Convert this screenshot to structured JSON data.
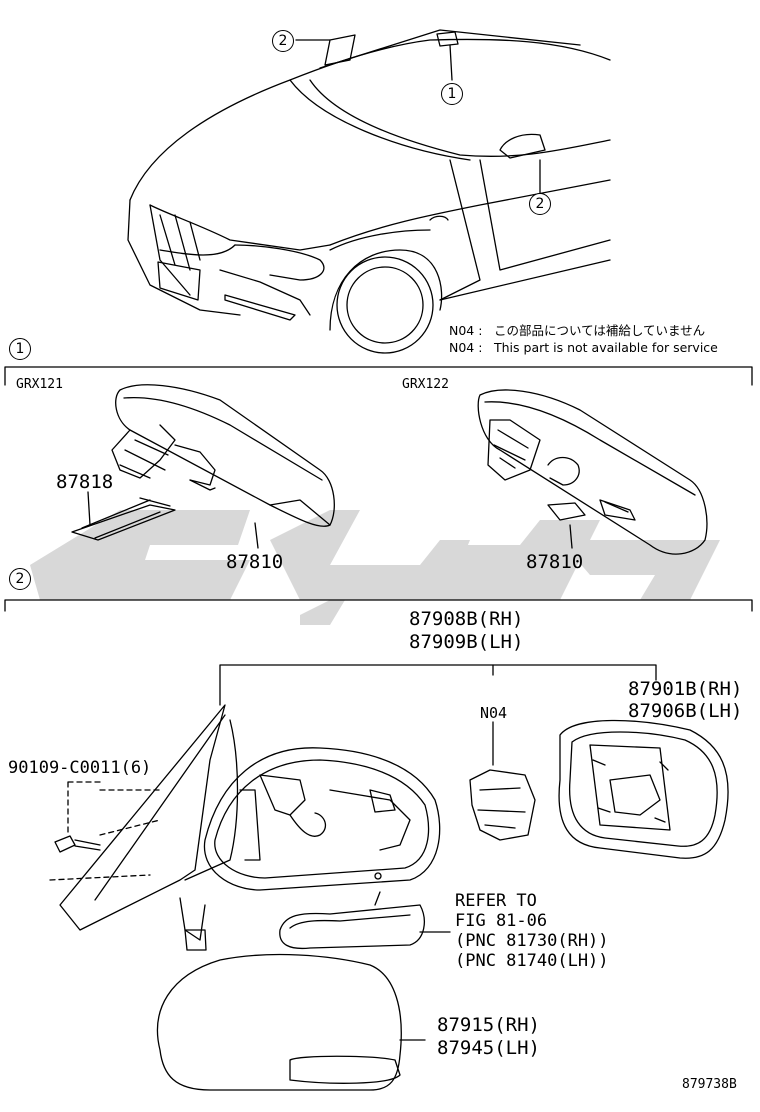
{
  "callouts": {
    "c1": "1",
    "c2": "2"
  },
  "notes": {
    "code1": "N04 :",
    "text1": "この部品については補給していません",
    "code2": "N04 :",
    "text2": "This part is not available for service"
  },
  "section1": {
    "left_model": "GRX121",
    "right_model": "GRX122",
    "part_87818": "87818",
    "part_87810_left": "87810",
    "part_87810_right": "87810"
  },
  "section2": {
    "assy_line1": "87908B(RH)",
    "assy_line2": "87909B(LH)",
    "n04": "N04",
    "glass_line1": "87901B(RH)",
    "glass_line2": "87906B(LH)",
    "screw": "90109-C0011(6)",
    "refer_1": "REFER TO",
    "refer_2": "FIG 81-06",
    "refer_3": "(PNC 81730(RH))",
    "refer_4": "(PNC 81740(LH))",
    "cover_line1": "87915(RH)",
    "cover_line2": "87945(LH)"
  },
  "figure_id": "879738B",
  "watermark": {
    "color": "#d6d6d6"
  }
}
